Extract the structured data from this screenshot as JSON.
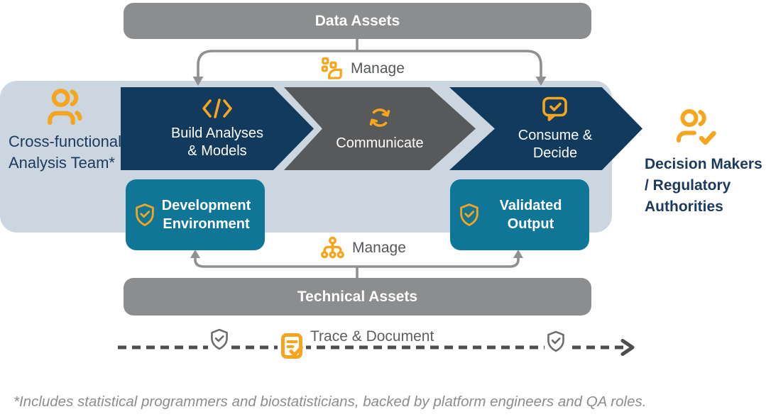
{
  "top_bar": {
    "label": "Data Assets"
  },
  "bottom_bar": {
    "label": "Technical Assets"
  },
  "manage_top": {
    "label": "Manage",
    "icon": "data-blocks-icon"
  },
  "manage_bottom": {
    "label": "Manage",
    "icon": "sitemap-icon"
  },
  "team": {
    "line1": "Cross-functional",
    "line2": "Analysis Team*",
    "icon": "people-icon"
  },
  "decision_makers": {
    "line1": "Decision Makers",
    "line2": "/ Regulatory",
    "line3": "Authorities",
    "icon": "people-check-icon"
  },
  "chevrons": [
    {
      "line1": "Build Analyses",
      "line2": "& Models",
      "icon": "code-icon",
      "color": "#123A5C"
    },
    {
      "line1": "Communicate",
      "icon": "sync-icon",
      "color": "#58595B"
    },
    {
      "line1": "Consume &",
      "line2": "Decide",
      "icon": "chat-check-icon",
      "color": "#123A5C"
    }
  ],
  "env_boxes": [
    {
      "line1": "Development",
      "line2": "Environment",
      "icon": "shield-check-icon"
    },
    {
      "line1": "Validated",
      "line2": "Output",
      "icon": "shield-check-icon"
    }
  ],
  "trace": {
    "label": "Trace & Document",
    "icons": [
      "shield-check-icon",
      "clipboard-check-icon",
      "shield-check-icon"
    ]
  },
  "footnote": "*Includes statistical programmers and biostatisticians, backed by platform engineers and QA roles.",
  "colors": {
    "orange": "#F5A61E",
    "navy_chevron": "#123A5C",
    "gray_chevron": "#58595B",
    "gray_bar": "#8B8D8E",
    "container_blue": "#CCD6E0",
    "teal_box": "#0F7697",
    "navy_text": "#1B3A5E",
    "label_gray": "#54575A",
    "connector_gray": "#8E9092",
    "dash_gray": "#4C4E50",
    "footnote_gray": "#8B8D8E"
  }
}
